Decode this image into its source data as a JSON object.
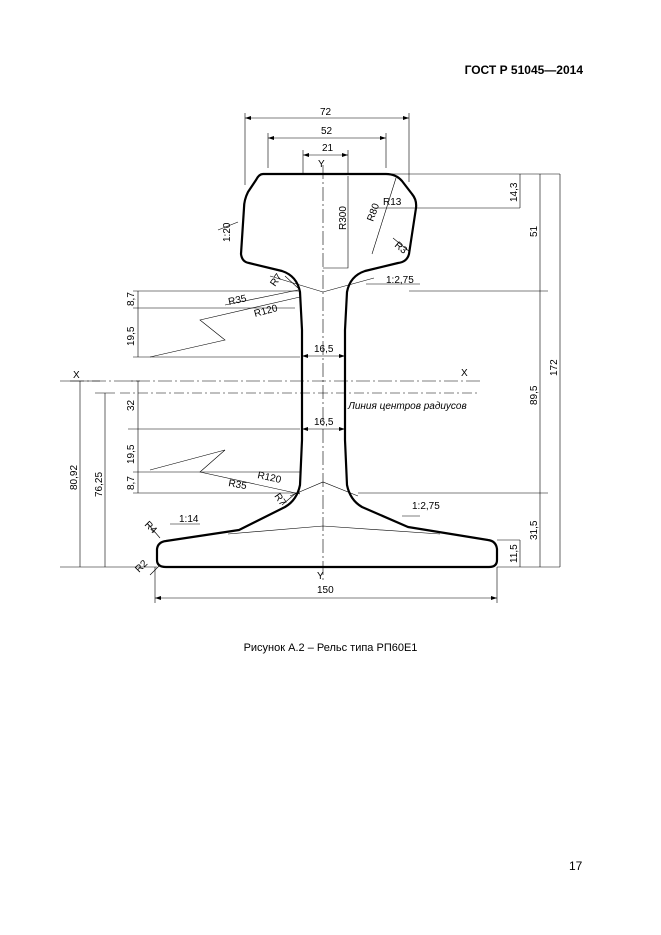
{
  "header": {
    "standard": "ГОСТ Р 51045—2014"
  },
  "figure": {
    "caption": "Рисунок А.2 – Рельс типа РП60Е1",
    "axis_labels": {
      "y_top": "Y",
      "y_bottom": "Y",
      "x_left": "X",
      "x_right": "X"
    },
    "center_line_label": "Линия центров радиусов",
    "dimensions": {
      "head_width": "72",
      "head_inner": "52",
      "head_top": "21",
      "web_upper": "16,5",
      "web_lower": "16,5",
      "base_width": "150",
      "d_14_3": "14,3",
      "d_51": "51",
      "d_172": "172",
      "d_89_5": "89,5",
      "d_31_5": "31,5",
      "d_11_5": "11,5",
      "d_8_7_top": "8,7",
      "d_19_5_top": "19,5",
      "d_32": "32",
      "d_19_5_bot": "19,5",
      "d_8_7_bot": "8,7",
      "d_80_92": "80,92",
      "d_76_25": "76,25"
    },
    "radii": {
      "r300": "R300",
      "r80": "R80",
      "r13": "R13",
      "r3": "R3",
      "r7_top": "R7",
      "r35_top": "R35",
      "r120_top": "R120",
      "r120_bot": "R120",
      "r35_bot": "R35",
      "r7_bot": "R7",
      "r4": "R4",
      "r2": "R2"
    },
    "slopes": {
      "head_side": "1:20",
      "head_underside": "1:2,75",
      "foot_top": "1:2,75",
      "foot_edge": "1:14"
    }
  },
  "page": {
    "number": "17"
  }
}
